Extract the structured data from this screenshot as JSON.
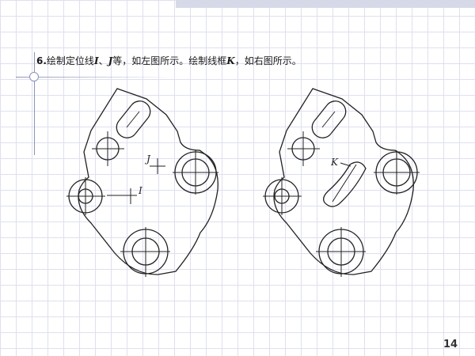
{
  "slide": {
    "title": {
      "step_number": "6.",
      "part1": "绘制定位线",
      "var_i": "I",
      "sep": "、",
      "var_j": "J",
      "part2": "等，如左图所示。绘制线框",
      "var_k": "K",
      "part3": "，如右图所示。"
    },
    "left_figure": {
      "label_j": "J",
      "label_i": "I"
    },
    "right_figure": {
      "label_k": "K"
    },
    "page_number": "14"
  }
}
